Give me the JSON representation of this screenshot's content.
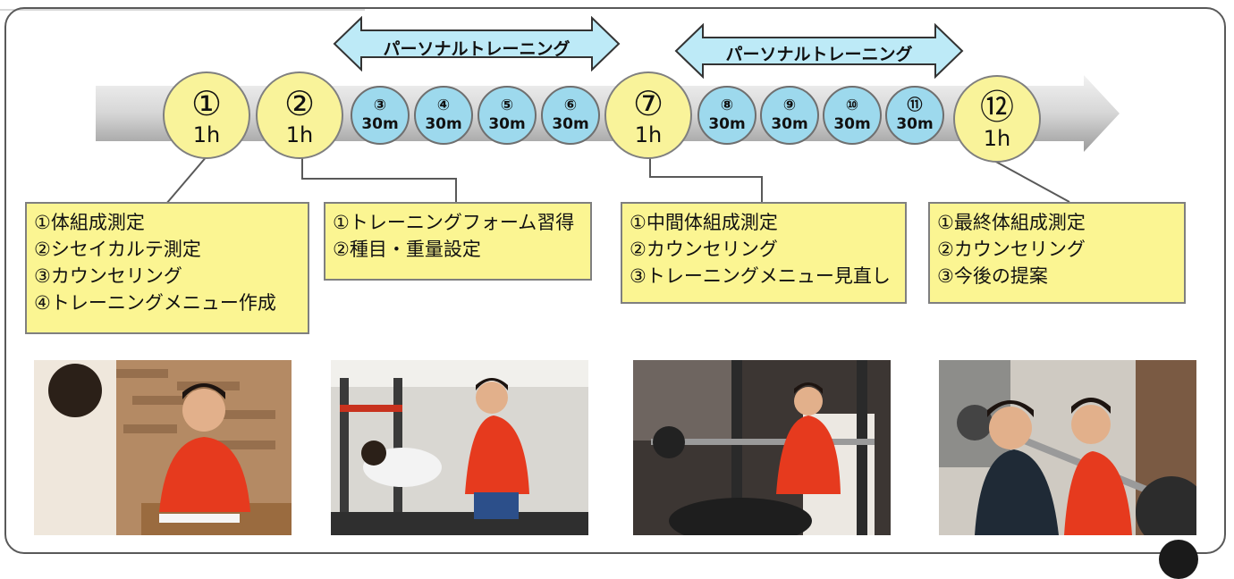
{
  "timeline": {
    "personal_training_label": "パーソナルトレーニング",
    "steps": [
      {
        "num": "①",
        "duration": "1h",
        "kind": "major"
      },
      {
        "num": "②",
        "duration": "1h",
        "kind": "major"
      },
      {
        "num": "③",
        "duration": "30m",
        "kind": "session"
      },
      {
        "num": "④",
        "duration": "30m",
        "kind": "session"
      },
      {
        "num": "⑤",
        "duration": "30m",
        "kind": "session"
      },
      {
        "num": "⑥",
        "duration": "30m",
        "kind": "session"
      },
      {
        "num": "⑦",
        "duration": "1h",
        "kind": "major"
      },
      {
        "num": "⑧",
        "duration": "30m",
        "kind": "session"
      },
      {
        "num": "⑨",
        "duration": "30m",
        "kind": "session"
      },
      {
        "num": "⑩",
        "duration": "30m",
        "kind": "session"
      },
      {
        "num": "⑪",
        "duration": "30m",
        "kind": "session"
      },
      {
        "num": "⑫",
        "duration": "1h",
        "kind": "major"
      }
    ]
  },
  "notes": [
    {
      "lines": [
        "①体組成測定",
        "②シセイカルテ測定",
        "③カウンセリング",
        "④トレーニングメニュー作成"
      ]
    },
    {
      "lines": [
        "①トレーニングフォーム習得",
        "②種目・重量設定"
      ]
    },
    {
      "lines": [
        "①中間体組成測定",
        "②カウンセリング",
        "③トレーニングメニュー見直し"
      ]
    },
    {
      "lines": [
        "①最終体組成測定",
        "②カウンセリング",
        "③今後の提案"
      ]
    }
  ],
  "photos": [
    {
      "subject": "counseling-photo"
    },
    {
      "subject": "form-training-photo"
    },
    {
      "subject": "bench-press-photo"
    },
    {
      "subject": "squat-photo"
    }
  ],
  "colors": {
    "major_bubble": "#f9f39a",
    "session_bubble": "#9dd9ed",
    "note_bg": "#fbf592",
    "pt_arrow": "#bdeaf7",
    "main_arrow": "#bfbfbf"
  }
}
